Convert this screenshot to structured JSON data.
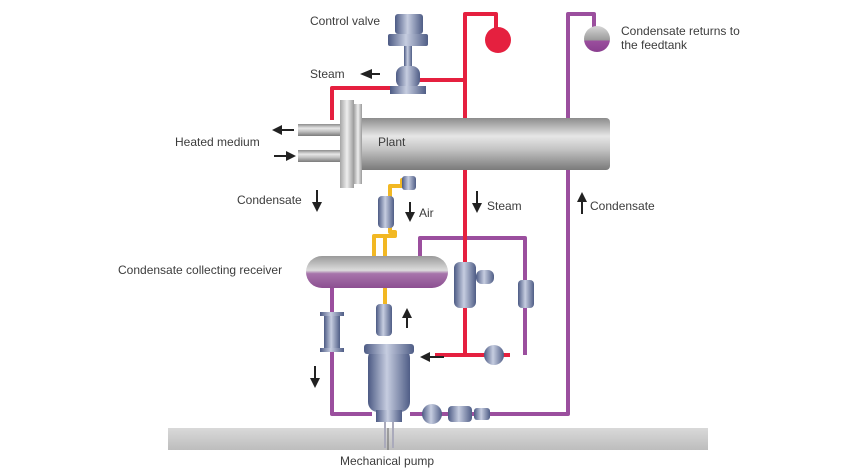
{
  "colors": {
    "steam": "#e5203f",
    "condensate": "#9b4f9e",
    "air": "#f2b823",
    "pipe_body": "#b9b9b9",
    "equipment": "#5f6f9a",
    "floor": "#c8c8c8"
  },
  "labels": {
    "control_valve": "Control valve",
    "steam_out": "Steam",
    "condensate_returns": "Condensate returns to\nthe feedtank",
    "heated_medium": "Heated medium",
    "plant": "Plant",
    "condensate_left": "Condensate",
    "air": "Air",
    "steam_mid": "Steam",
    "condensate_right": "Condensate",
    "receiver": "Condensate collecting receiver",
    "pump": "Mechanical pump"
  },
  "icons": [
    "arrow-left-icon",
    "arrow-right-icon",
    "arrow-up-icon",
    "arrow-down-icon"
  ]
}
